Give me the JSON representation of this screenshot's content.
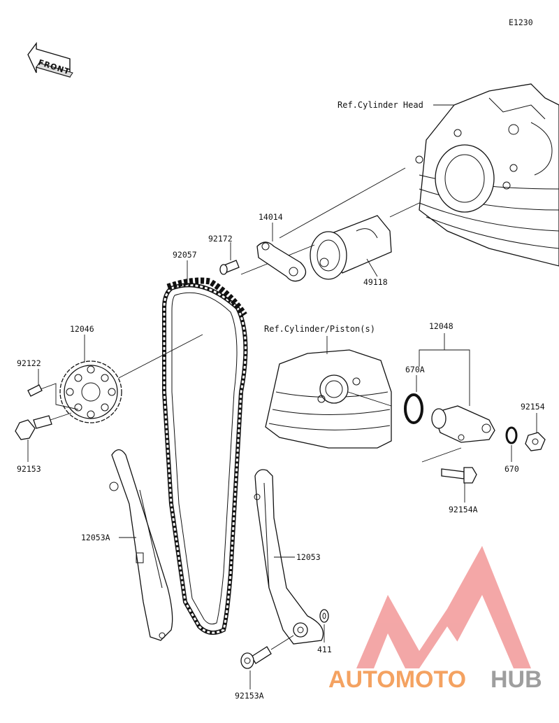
{
  "diagram": {
    "code": "E1230",
    "front_label": "FRONT",
    "references": {
      "cylinder_head": "Ref.Cylinder Head",
      "cylinder_piston": "Ref.Cylinder/Piston(s)"
    },
    "parts": [
      {
        "id": "p14014",
        "label": "14014"
      },
      {
        "id": "p92172",
        "label": "92172"
      },
      {
        "id": "p92057",
        "label": "92057"
      },
      {
        "id": "p49118",
        "label": "49118"
      },
      {
        "id": "p12046",
        "label": "12046"
      },
      {
        "id": "p92122",
        "label": "92122"
      },
      {
        "id": "p92153",
        "label": "92153"
      },
      {
        "id": "p12048",
        "label": "12048"
      },
      {
        "id": "p670A",
        "label": "670A"
      },
      {
        "id": "p92154",
        "label": "92154"
      },
      {
        "id": "p670",
        "label": "670"
      },
      {
        "id": "p92154A",
        "label": "92154A"
      },
      {
        "id": "p12053A",
        "label": "12053A"
      },
      {
        "id": "p12053",
        "label": "12053"
      },
      {
        "id": "p411",
        "label": "411"
      },
      {
        "id": "p92153A",
        "label": "92153A"
      }
    ]
  },
  "watermark": {
    "part1": "AUTOMOTO",
    "part2": "HUB",
    "color_primary": "#f4a261",
    "color_secondary": "#9e9e9e",
    "logo_color": "#f08a8a"
  }
}
